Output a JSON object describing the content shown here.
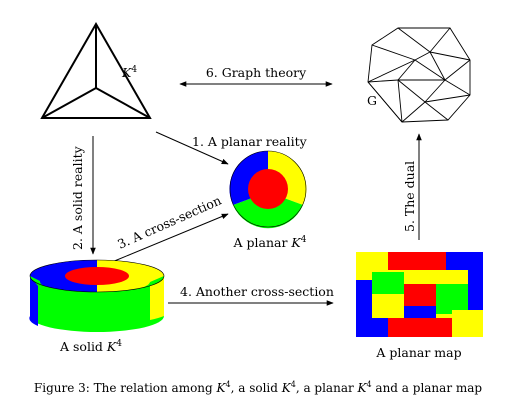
{
  "labels": {
    "k4": "K",
    "k4_sup": "4",
    "graph_theory": "6. Graph theory",
    "planar_reality": "1. A planar reality",
    "solid_reality": "2. A solid reality",
    "cross_section": "3. A cross-section",
    "another_cross_section": "4. Another cross-section",
    "the_dual": "5. The dual",
    "planar_k4_prefix": "A planar ",
    "solid_k4_prefix": "A solid ",
    "planar_map": "A planar map",
    "g": "G"
  },
  "caption": {
    "p1": "Figure 3: The relation among ",
    "p2": ", a solid ",
    "p3": ", a planar ",
    "p4": " and a planar map"
  },
  "colors": {
    "blue": "#0000ff",
    "red": "#ff0000",
    "green": "#00ff00",
    "yellow": "#ffff00"
  }
}
